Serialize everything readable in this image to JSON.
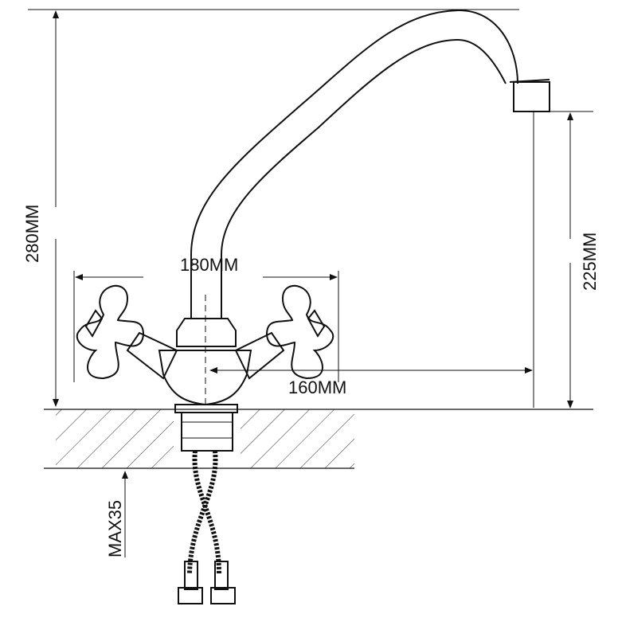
{
  "dimensions": {
    "total_height": "280MM",
    "handle_width": "180MM",
    "spout_height": "225MM",
    "spout_reach": "160MM",
    "max_counter_thickness": "MAX35"
  },
  "colors": {
    "line": "#111111",
    "background": "#ffffff"
  }
}
